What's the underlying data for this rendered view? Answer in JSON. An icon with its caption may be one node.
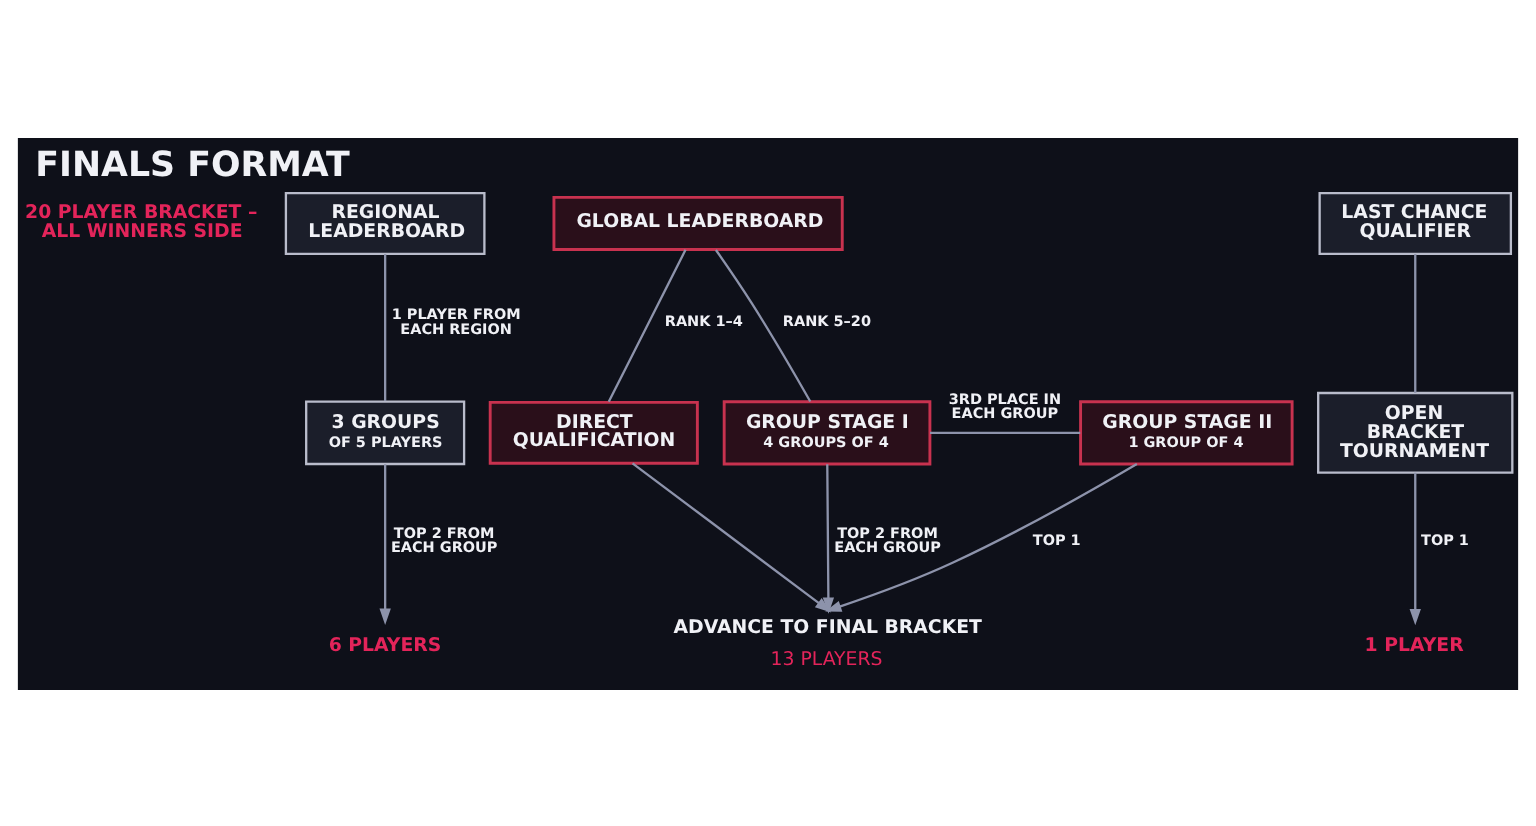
{
  "diagram": {
    "title": "FINALS FORMAT",
    "nodes": [
      {
        "text": [
          "REGIONAL LEADERBOARD"
        ]
      },
      {
        "text": [
          "GLOBAL LEADERBOARD"
        ]
      },
      {
        "text": [
          "LAST CHANCE QUALIFIER"
        ]
      },
      {
        "text": [
          "3 GROUPS",
          "OF 5 PLAYERS"
        ]
      },
      {
        "text": [
          "DIRECT QUALIFICATION"
        ]
      },
      {
        "text": [
          "GROUP STAGE I",
          "4 GROUPS OF 4"
        ]
      },
      {
        "text": [
          "GROUP STAGE II",
          "1 GROUP OF 4"
        ]
      },
      {
        "text": [
          "OPEN BRACKET TOURNAMENT"
        ]
      },
      {
        "text": [
          "ADVANCE TO FINAL BRACKET"
        ],
        "beside": [
          "13 PLAYERS"
        ]
      },
      {
        "text": [
          "6 PLAYERS"
        ]
      },
      {
        "text": [
          "1 PLAYER"
        ]
      }
    ],
    "edges": [
      {
        "from": 0,
        "to": 3,
        "arrow": "none",
        "label": "1 PLAYER FROM EACH REGION"
      },
      {
        "from": 1,
        "to": 4,
        "arrow": "none",
        "label": "RANK 1–4"
      },
      {
        "from": 1,
        "to": 5,
        "arrow": "none",
        "label": "RANK 5–20"
      },
      {
        "from": 2,
        "to": 7,
        "arrow": "none"
      },
      {
        "from": 5,
        "to": 6,
        "arrow": "none",
        "label": "3RD PLACE IN EACH GROUP"
      },
      {
        "from": 3,
        "to": 9,
        "arrow": "to",
        "label": "TOP 2 FROM EACH GROUP"
      },
      {
        "from": 4,
        "to": 8,
        "arrow": "to"
      },
      {
        "from": 5,
        "to": 8,
        "arrow": "to",
        "label": "TOP 2 FROM EACH GROUP"
      },
      {
        "from": 6,
        "to": 8,
        "arrow": "to",
        "label": "TOP 1"
      },
      {
        "from": 7,
        "to": 10,
        "arrow": "to",
        "label": "TOP 1"
      }
    ],
    "labels": [
      "20 PLAYER BRACKET – ALL WINNERS SIDE"
    ]
  }
}
